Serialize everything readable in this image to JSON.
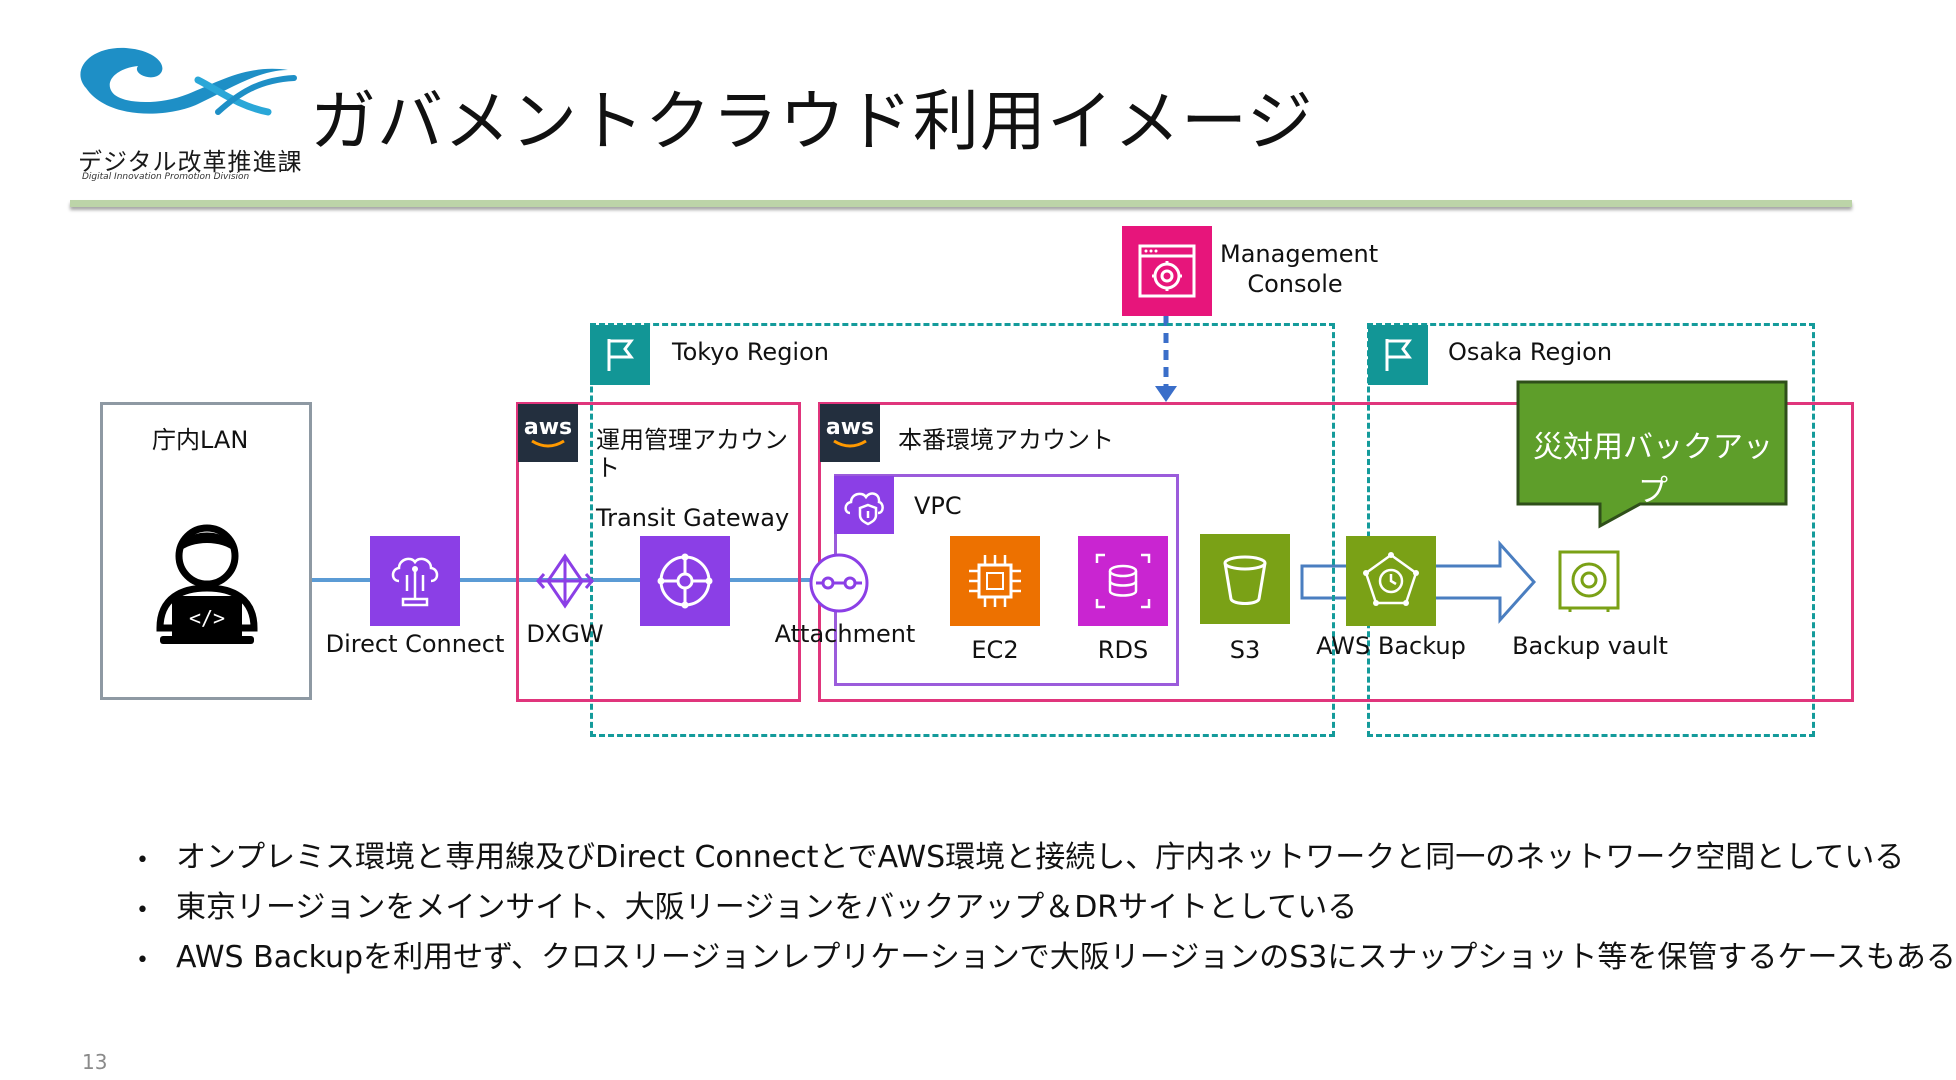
{
  "header": {
    "title": "ガバメントクラウド利用イメージ",
    "org_name": "デジタル改革推進課",
    "org_name_en": "Digital Innovation Promotion Division"
  },
  "diagram": {
    "management_console": {
      "line1": "Management",
      "line2": "Console"
    },
    "regions": {
      "tokyo": "Tokyo Region",
      "osaka": "Osaka Region"
    },
    "onprem": {
      "label": "庁内LAN"
    },
    "accounts": {
      "ops_line1": "運用管理アカウン",
      "ops_line2": "ト",
      "prod": "本番環境アカウント",
      "aws_badge": "aws"
    },
    "vpc": {
      "label": "VPC"
    },
    "nodes": {
      "direct_connect": "Direct Connect",
      "dxgw": "DXGW",
      "transit_gateway": "Transit Gateway",
      "attachment": "Attachment",
      "ec2": "EC2",
      "rds": "RDS",
      "s3": "S3",
      "aws_backup": "AWS Backup",
      "backup_vault": "Backup vault"
    },
    "callout": "災対用バックアップ"
  },
  "bullets": [
    "オンプレミス環境と専用線及びDirect ConnectとでAWS環境と接続し、庁内ネットワークと同一のネットワーク空間としている",
    "東京リージョンをメインサイト、大阪リージョンをバックアップ＆DRサイトとしている",
    "AWS Backupを利用せず、クロスリージョンレプリケーションで大阪リージョンのS3にスナップショット等を保管するケースもある"
  ],
  "bullet_symbol": "•",
  "page_number": "13",
  "colors": {
    "pink": "#e0357c",
    "teal": "#149b9b",
    "purple": "#8b3fe6",
    "orange": "#ed7100",
    "magenta": "#c925d1",
    "green": "#7aa116",
    "divider": "#bcd4a8",
    "aws_dark": "#232f3e"
  }
}
